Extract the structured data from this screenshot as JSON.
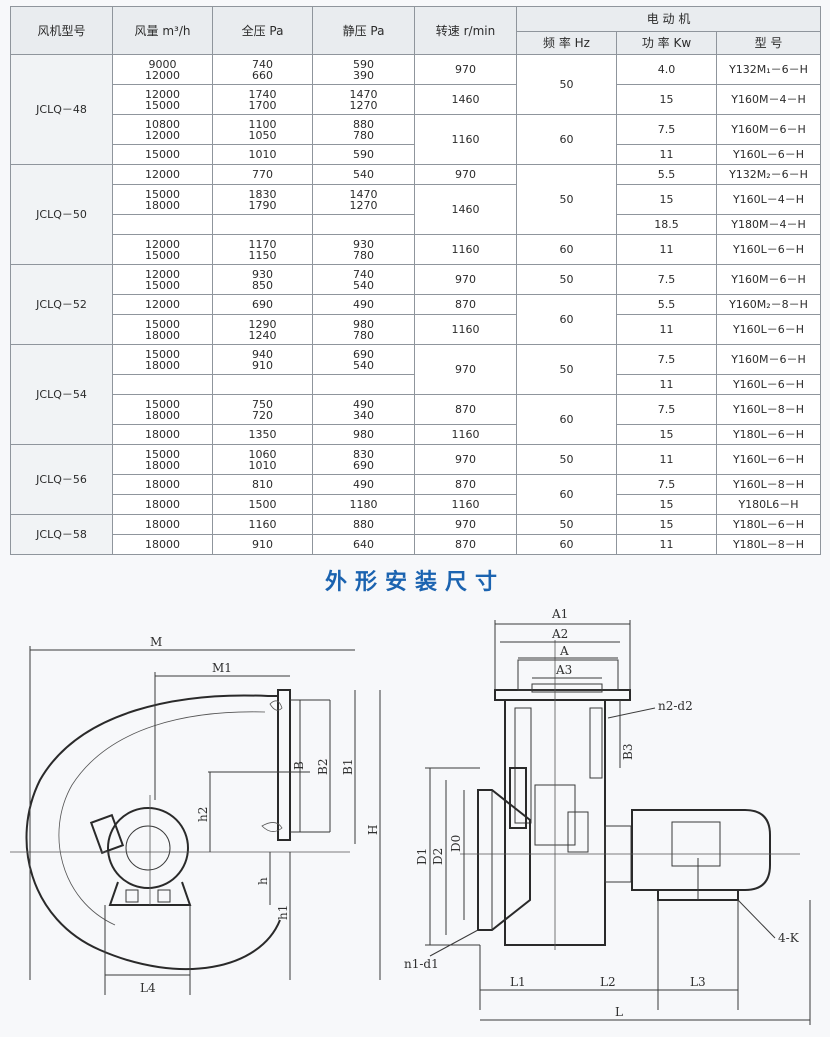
{
  "table": {
    "headers": {
      "model": "风机型号",
      "flow": "风量 m³/h",
      "total_pressure": "全压 Pa",
      "static_pressure": "静压 Pa",
      "speed": "转速 r/min",
      "motor_group": "电 动 机",
      "frequency": "频 率 Hz",
      "power": "功 率 Kw",
      "motor_type": "型 号"
    },
    "groups": [
      {
        "model": "JCLQ－48",
        "rows": [
          {
            "flow": [
              "9000",
              "12000"
            ],
            "total": [
              "740",
              "660"
            ],
            "static": [
              "590",
              "390"
            ],
            "speed": "970",
            "freq": "50",
            "power": "4.0",
            "type": "Y132M₁－6－H"
          },
          {
            "flow": [
              "12000",
              "15000"
            ],
            "total": [
              "1740",
              "1700"
            ],
            "static": [
              "1470",
              "1270"
            ],
            "speed": "1460",
            "freq": "",
            "power": "15",
            "type": "Y160M－4－H"
          },
          {
            "flow": [
              "10800",
              "12000"
            ],
            "total": [
              "1100",
              "1050"
            ],
            "static": [
              "880",
              "780"
            ],
            "speed": "1160",
            "freq": "60",
            "power": "7.5",
            "type": "Y160M－6－H"
          },
          {
            "flow": [
              "15000"
            ],
            "total": [
              "1010"
            ],
            "static": [
              "590"
            ],
            "speed": "",
            "freq": "",
            "power": "11",
            "type": "Y160L－6－H"
          }
        ]
      },
      {
        "model": "JCLQ－50",
        "rows": [
          {
            "flow": [
              "12000"
            ],
            "total": [
              "770"
            ],
            "static": [
              "540"
            ],
            "speed": "970",
            "freq": "50",
            "power": "5.5",
            "type": "Y132M₂－6－H"
          },
          {
            "flow": [
              "15000",
              "18000"
            ],
            "total": [
              "1830",
              "1790"
            ],
            "static": [
              "1470",
              "1270"
            ],
            "speed": "1460",
            "freq": "",
            "power": "15",
            "type": "Y160L－4－H"
          },
          {
            "flow": [],
            "total": [],
            "static": [],
            "speed": "",
            "freq": "",
            "power": "18.5",
            "type": "Y180M－4－H"
          },
          {
            "flow": [
              "12000",
              "15000"
            ],
            "total": [
              "1170",
              "1150"
            ],
            "static": [
              "930",
              "780"
            ],
            "speed": "1160",
            "freq": "60",
            "power": "11",
            "type": "Y160L－6－H"
          }
        ]
      },
      {
        "model": "JCLQ－52",
        "rows": [
          {
            "flow": [
              "12000",
              "15000"
            ],
            "total": [
              "930",
              "850"
            ],
            "static": [
              "740",
              "540"
            ],
            "speed": "970",
            "freq": "50",
            "power": "7.5",
            "type": "Y160M－6－H"
          },
          {
            "flow": [
              "12000"
            ],
            "total": [
              "690"
            ],
            "static": [
              "490"
            ],
            "speed": "870",
            "freq": "60",
            "power": "5.5",
            "type": "Y160M₂－8－H"
          },
          {
            "flow": [
              "15000",
              "18000"
            ],
            "total": [
              "1290",
              "1240"
            ],
            "static": [
              "980",
              "780"
            ],
            "speed": "1160",
            "freq": "",
            "power": "11",
            "type": "Y160L－6－H"
          }
        ]
      },
      {
        "model": "JCLQ－54",
        "rows": [
          {
            "flow": [
              "15000",
              "18000"
            ],
            "total": [
              "940",
              "910"
            ],
            "static": [
              "690",
              "540"
            ],
            "speed": "970",
            "freq": "50",
            "power": "7.5",
            "type": "Y160M－6－H"
          },
          {
            "flow": [],
            "total": [],
            "static": [],
            "speed": "",
            "freq": "",
            "power": "11",
            "type": "Y160L－6－H"
          },
          {
            "flow": [
              "15000",
              "18000"
            ],
            "total": [
              "750",
              "720"
            ],
            "static": [
              "490",
              "340"
            ],
            "speed": "870",
            "freq": "60",
            "power": "7.5",
            "type": "Y160L－8－H"
          },
          {
            "flow": [
              "18000"
            ],
            "total": [
              "1350"
            ],
            "static": [
              "980"
            ],
            "speed": "1160",
            "freq": "",
            "power": "15",
            "type": "Y180L－6－H"
          }
        ]
      },
      {
        "model": "JCLQ－56",
        "rows": [
          {
            "flow": [
              "15000",
              "18000"
            ],
            "total": [
              "1060",
              "1010"
            ],
            "static": [
              "830",
              "690"
            ],
            "speed": "970",
            "freq": "50",
            "power": "11",
            "type": "Y160L－6－H"
          },
          {
            "flow": [
              "18000"
            ],
            "total": [
              "810"
            ],
            "static": [
              "490"
            ],
            "speed": "870",
            "freq": "60",
            "power": "7.5",
            "type": "Y160L－8－H"
          },
          {
            "flow": [
              "18000"
            ],
            "total": [
              "1500"
            ],
            "static": [
              "1180"
            ],
            "speed": "1160",
            "freq": "",
            "power": "15",
            "type": "Y180L6－H"
          }
        ]
      },
      {
        "model": "JCLQ－58",
        "rows": [
          {
            "flow": [
              "18000"
            ],
            "total": [
              "1160"
            ],
            "static": [
              "880"
            ],
            "speed": "970",
            "freq": "50",
            "power": "15",
            "type": "Y180L－6－H"
          },
          {
            "flow": [
              "18000"
            ],
            "total": [
              "910"
            ],
            "static": [
              "640"
            ],
            "speed": "870",
            "freq": "60",
            "power": "11",
            "type": "Y180L－8－H"
          }
        ]
      }
    ]
  },
  "section_title": "外形安装尺寸",
  "side_view": {
    "labels": {
      "M": "M",
      "M1": "M1",
      "B": "B",
      "B2": "B2",
      "B1": "B1",
      "H": "H",
      "h2": "h2",
      "h": "h",
      "h1": "h1",
      "L4": "L4"
    }
  },
  "front_view": {
    "labels": {
      "A1": "A1",
      "A2": "A2",
      "A": "A",
      "A3": "A3",
      "n2d2": "n2-d2",
      "B3": "B3",
      "D1": "D1",
      "D2": "D2",
      "D0": "D0",
      "n1d1": "n1-d1",
      "4K": "4-K",
      "L1": "L1",
      "L2": "L2",
      "L3": "L3",
      "L": "L"
    }
  }
}
